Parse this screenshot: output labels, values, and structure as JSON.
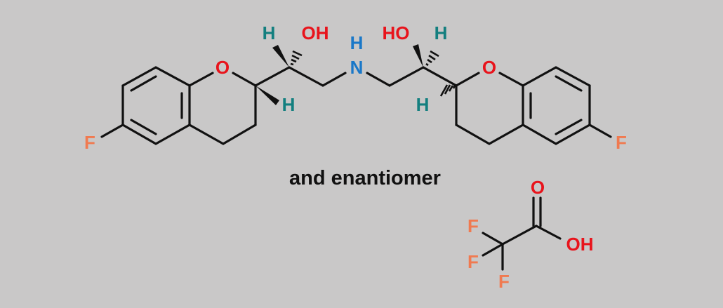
{
  "caption": "and enantiomer",
  "colors": {
    "background": "#c9c8c8",
    "bond": "#111111",
    "oxygen": "#e8141c",
    "nitrogen": "#1a78c8",
    "hydrogen": "#137f7f",
    "fluorine": "#f07a50"
  },
  "atoms": {
    "left_F": "F",
    "left_ring_O": "O",
    "left_H_top": "H",
    "left_OH": "OH",
    "left_H_ring": "H",
    "N": "N",
    "N_H": "H",
    "right_OH": "HO",
    "right_H_top": "H",
    "right_ring_O": "O",
    "right_H_ring": "H",
    "right_F": "F",
    "tfa_O_double": "O",
    "tfa_OH": "OH",
    "tfa_F1": "F",
    "tfa_F2": "F",
    "tfa_F3": "F"
  }
}
